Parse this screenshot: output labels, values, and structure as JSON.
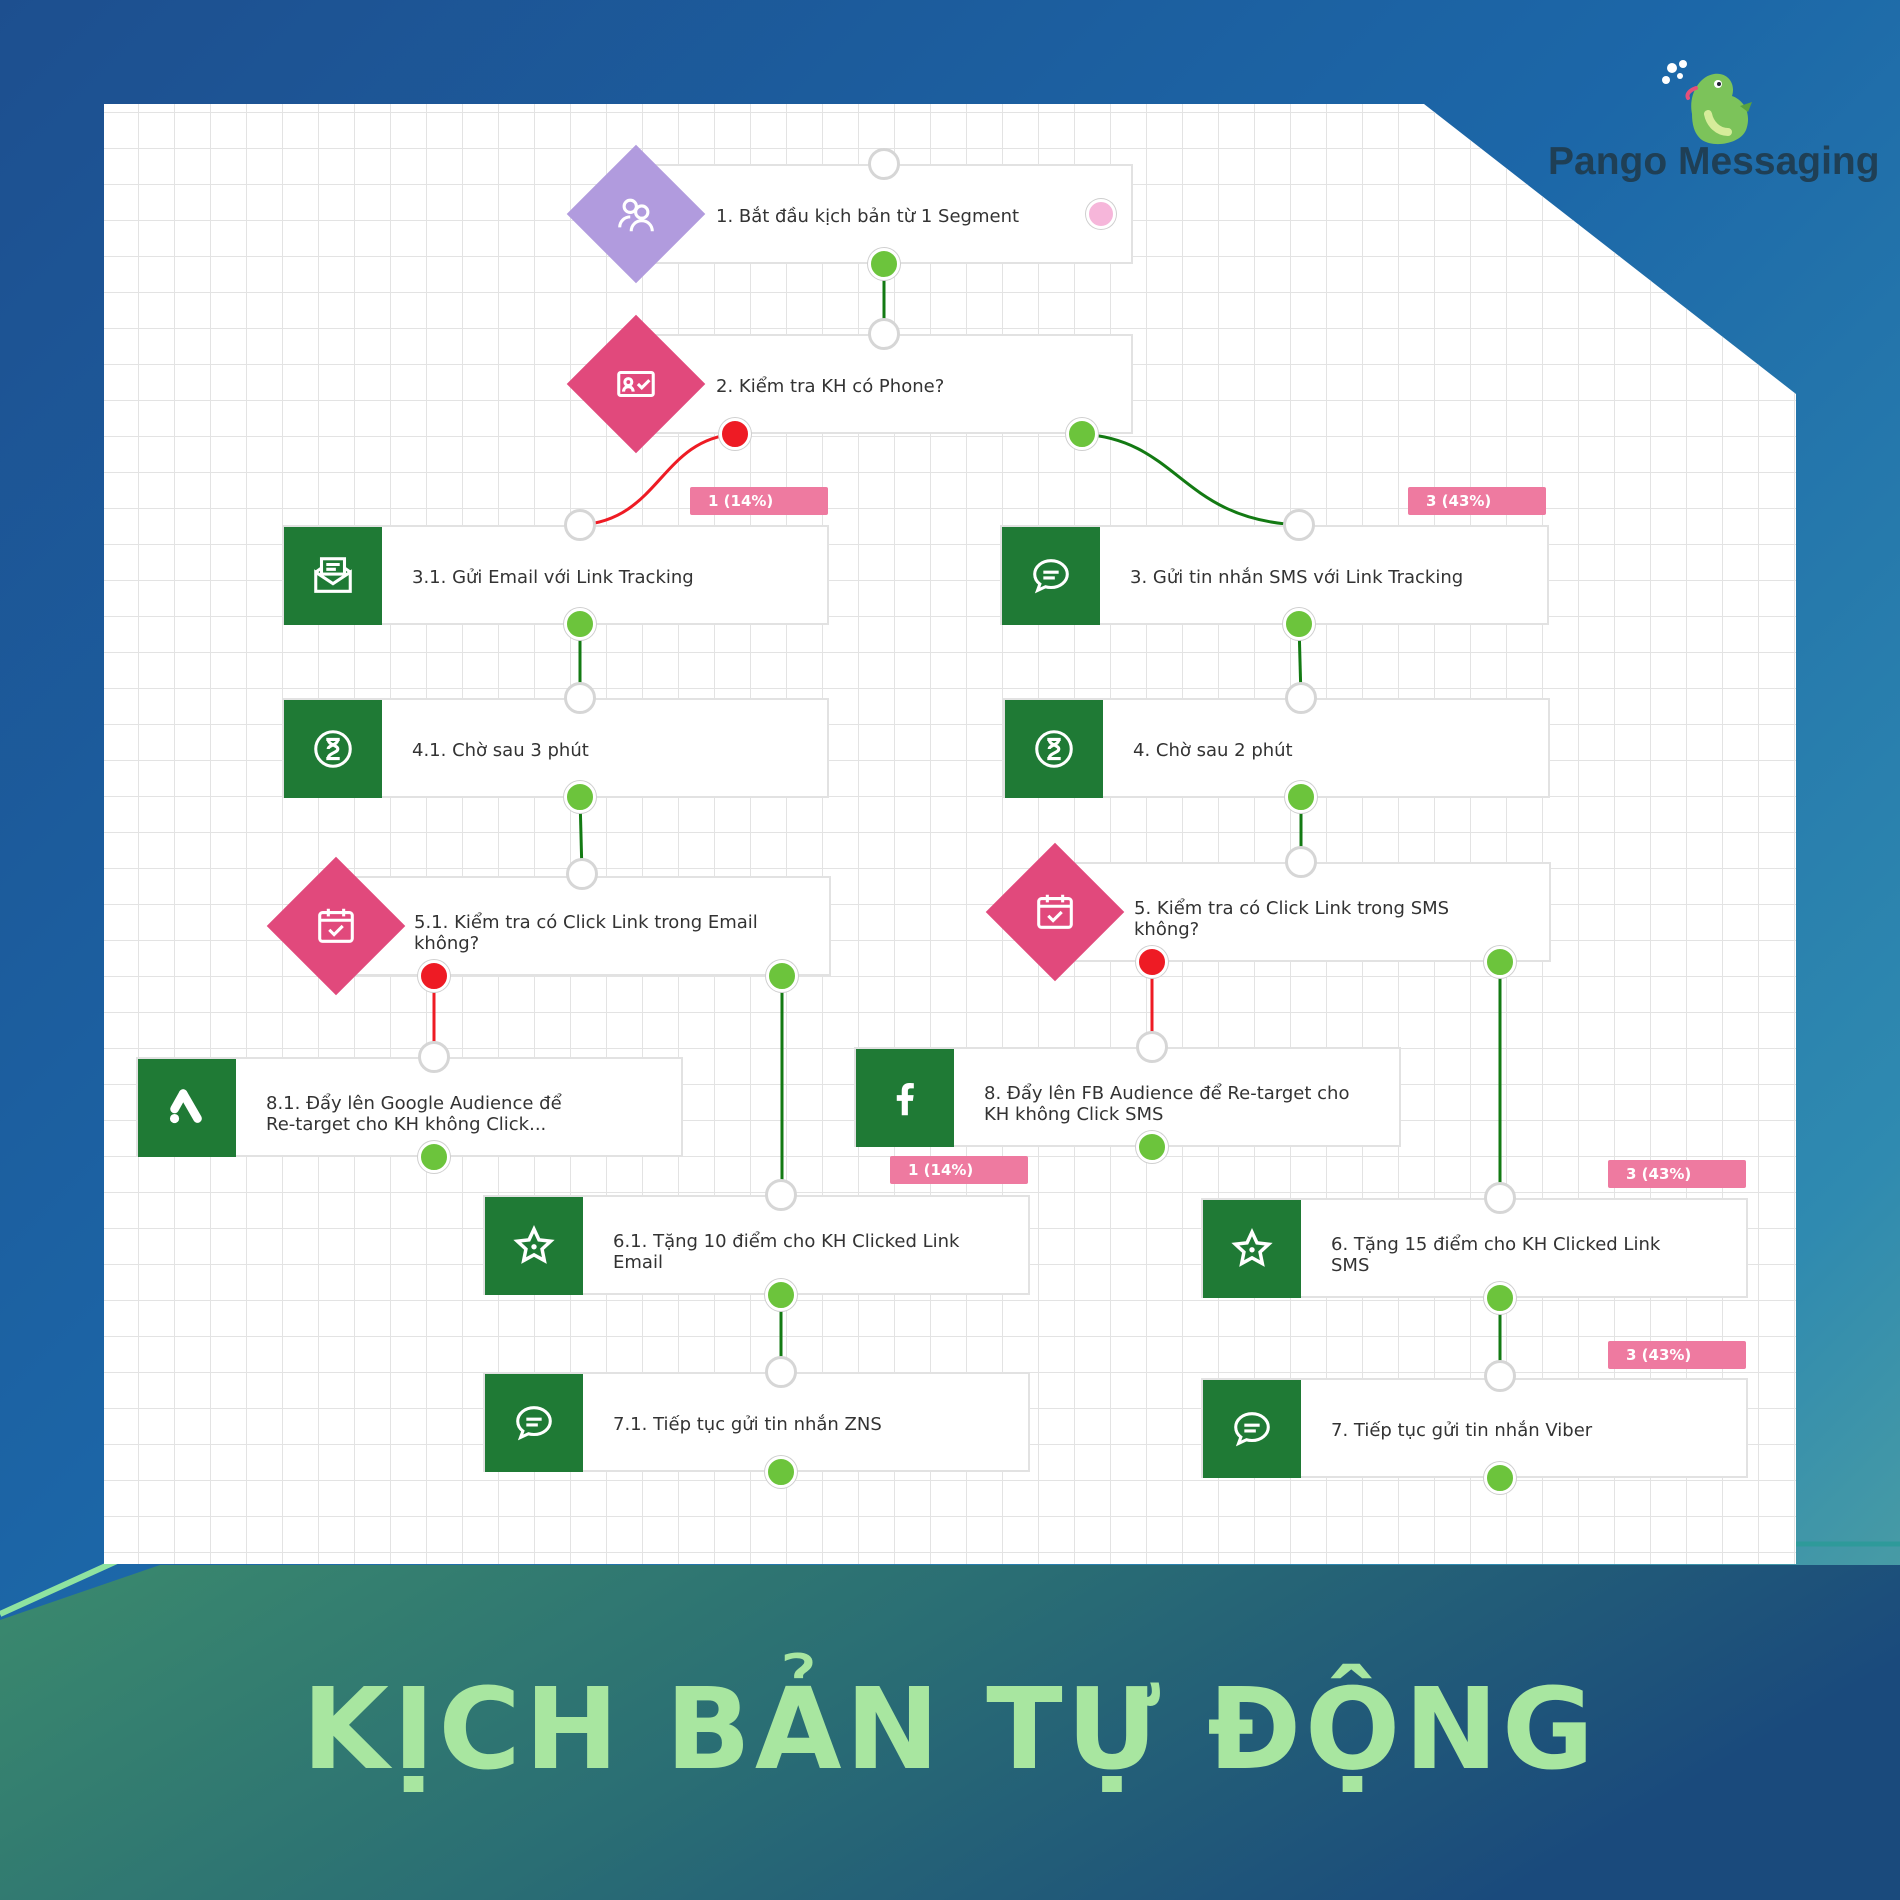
{
  "brand": {
    "name": "Pango Messaging",
    "accent": "#a8e6a0"
  },
  "title": "KỊCH BẢN TỰ ĐỘNG",
  "colors": {
    "action_green": "#1f7a35",
    "condition_pink": "#e1497c",
    "start_lavender": "#b19bde",
    "yes_port": "#6cc43c",
    "no_port": "#ee1b24",
    "badge": "#ee7aa0"
  },
  "nodes": {
    "n1": {
      "label": "1. Bắt đầu kịch bản từ 1 Segment",
      "icon": "users-icon"
    },
    "n2": {
      "label": "2. Kiểm tra KH có Phone?",
      "icon": "contact-card-icon"
    },
    "n31": {
      "label": "3.1. Gửi Email với Link Tracking",
      "icon": "email-icon"
    },
    "n3": {
      "label": "3. Gửi tin nhắn SMS với Link Tracking",
      "icon": "chat-icon"
    },
    "n41": {
      "label": "4.1. Chờ sau 3 phút",
      "icon": "hourglass-icon"
    },
    "n4": {
      "label": "4. Chờ sau 2 phút",
      "icon": "hourglass-icon"
    },
    "n51": {
      "label": "5.1. Kiểm tra có Click Link trong Email không?",
      "icon": "calendar-check-icon"
    },
    "n5": {
      "label": "5. Kiểm tra có Click Link trong SMS không?",
      "icon": "calendar-check-icon"
    },
    "n81": {
      "label": "8.1. Đẩy lên Google Audience để Re-target cho KH không Click...",
      "icon": "google-ads-icon"
    },
    "n8": {
      "label": "8. Đẩy lên FB Audience để Re-target cho KH không Click SMS",
      "icon": "facebook-icon"
    },
    "n61": {
      "label": "6.1. Tặng 10 điểm cho KH Clicked Link Email",
      "icon": "star-icon"
    },
    "n6": {
      "label": "6. Tặng 15 điểm cho KH Clicked Link SMS",
      "icon": "star-icon"
    },
    "n71": {
      "label": "7.1. Tiếp tục gửi tin nhắn ZNS",
      "icon": "chat-icon"
    },
    "n7": {
      "label": "7. Tiếp tục gửi tin nhắn Viber",
      "icon": "chat-icon"
    }
  },
  "badges": {
    "n31": "1 (14%)",
    "n3": "3 (43%)",
    "n61": "1 (14%)",
    "n6": "3 (43%)",
    "n7": "3 (43%)"
  }
}
